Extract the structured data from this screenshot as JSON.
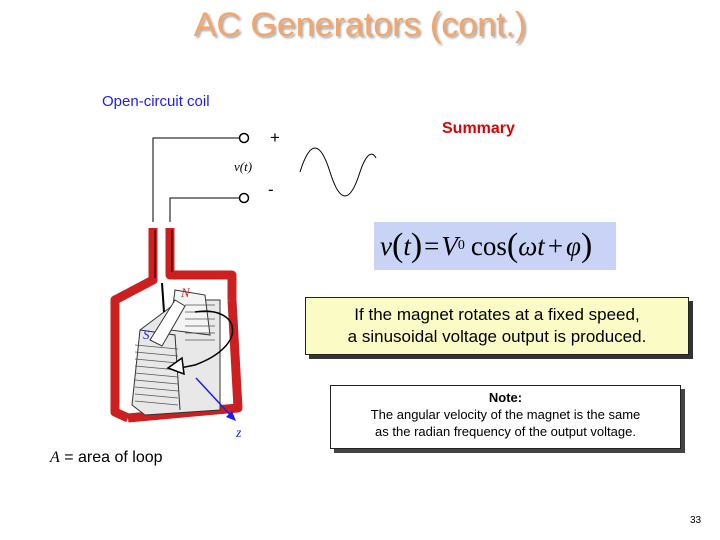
{
  "slide": {
    "title": "AC Generators (cont.)",
    "coil_label": "Open-circuit coil",
    "summary_label": "Summary",
    "terminal_plus": "+",
    "terminal_minus": "-",
    "vt_label": "v(t)",
    "north_label": "N",
    "south_label": "S",
    "z_label": "z",
    "equation": {
      "v": "v",
      "t": "t",
      "eq": "=",
      "V": "V",
      "sub0": "0",
      "cos": "cos",
      "omega": "ω",
      "t2": "t",
      "plus": "+",
      "phi": "φ"
    },
    "note_yellow": {
      "line1": "If the magnet rotates at a fixed speed,",
      "line2": "a sinusoidal voltage output is produced."
    },
    "note": {
      "head": "Note:",
      "line1": "The angular velocity of the magnet is the same",
      "line2": "as the radian frequency of the output voltage."
    },
    "area": {
      "symbol": "A",
      "text": " = area of loop"
    },
    "page_number": "33"
  },
  "colors": {
    "title": "#f4a66a",
    "coil_label": "#1a1aff",
    "summary": "#e00000",
    "coil": "#cc1f1f",
    "equation_bg": "#c9d3f6",
    "note_bg": "#fbfbc6"
  },
  "icons": [
    "terminal-circle-icon",
    "sine-wave-icon",
    "magnet-icon",
    "rotation-arrow-icon",
    "z-axis-arrow-icon"
  ]
}
